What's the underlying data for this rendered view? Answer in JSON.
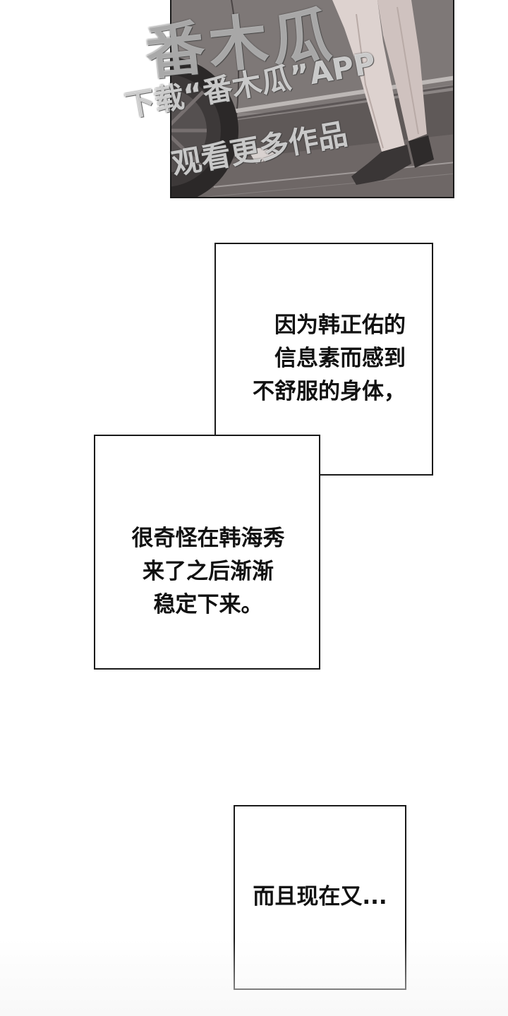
{
  "watermark": {
    "logo": "番木瓜",
    "line1": "下载“番木瓜”APP",
    "line2": "观看更多作品"
  },
  "captions": [
    {
      "lines": [
        "因为韩正佑的",
        "信息素而感到",
        "不舒服的身体，"
      ]
    },
    {
      "lines": [
        "很奇怪在韩海秀",
        "来了之后渐渐",
        "稳定下来。"
      ]
    },
    {
      "lines": [
        "而且现在又..."
      ]
    }
  ]
}
